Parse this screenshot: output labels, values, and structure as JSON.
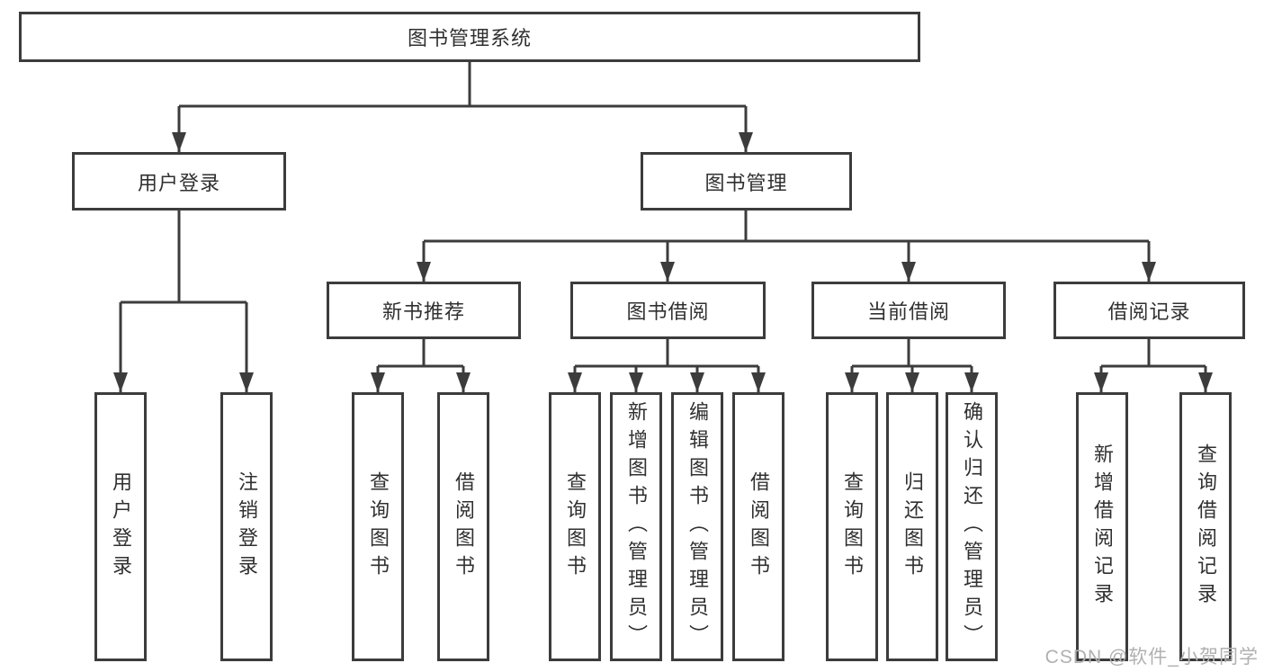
{
  "diagram": {
    "watermark": "CSDN @软件_小贺同学",
    "colors": {
      "line": "#3c3c3c",
      "box_border": "#3c3c3c",
      "text": "#303030",
      "watermark": "#b0b0b0",
      "background": "#ffffff"
    },
    "tree": {
      "label": "图书管理系统",
      "children": [
        {
          "label": "用户登录",
          "children": [
            {
              "label": "用户登录"
            },
            {
              "label": "注销登录"
            }
          ]
        },
        {
          "label": "图书管理",
          "children": [
            {
              "label": "新书推荐",
              "children": [
                {
                  "label": "查询图书"
                },
                {
                  "label": "借阅图书"
                }
              ]
            },
            {
              "label": "图书借阅",
              "children": [
                {
                  "label": "查询图书"
                },
                {
                  "label": "新增图书（管理员）"
                },
                {
                  "label": "编辑图书（管理员）"
                },
                {
                  "label": "借阅图书"
                }
              ]
            },
            {
              "label": "当前借阅",
              "children": [
                {
                  "label": "查询图书"
                },
                {
                  "label": "归还图书"
                },
                {
                  "label": "确认归还（管理员）"
                }
              ]
            },
            {
              "label": "借阅记录",
              "children": [
                {
                  "label": "新增借阅记录"
                },
                {
                  "label": "查询借阅记录"
                }
              ]
            }
          ]
        }
      ]
    }
  }
}
